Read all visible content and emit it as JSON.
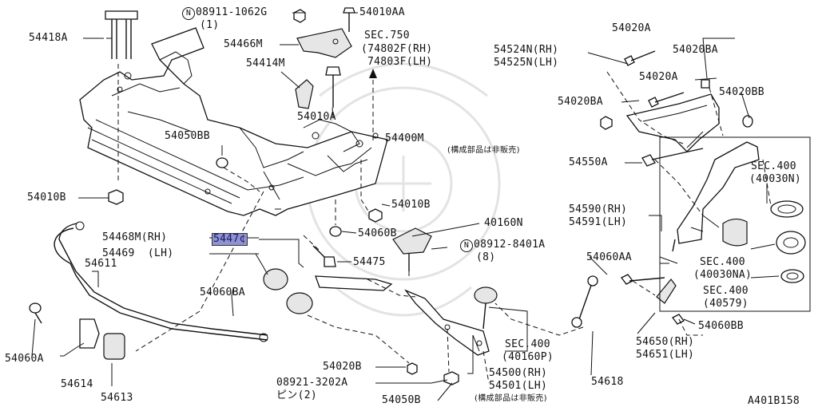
{
  "diagram_id": "A401B158",
  "labels": {
    "p54418A": "54418A",
    "p08911": "08911-1062G",
    "p08911_qty": "(1)",
    "p54010AA": "54010AA",
    "p54466M": "54466M",
    "sec750": "SEC.750",
    "p74802F": "(74802F(RH)",
    "p74803F": "74803F(LH)",
    "p54414M": "54414M",
    "p54010A_top": "54010A",
    "p54050BB": "54050BB",
    "p54400M": "54400M",
    "not_sold_1": "(構成部品は非販売)",
    "p54010B_left": "54010B",
    "p54010B_right": "54010B",
    "p40160N": "40160N",
    "p54468M": "54468M(RH)",
    "p54469": "54469  (LH)",
    "p5447x": "5447¢",
    "p54060B": "54060B",
    "p54475": "54475",
    "p08912": "08912-8401A",
    "p08912_qty": "(8)",
    "p54611": "54611",
    "p54060BA": "54060BA",
    "p54060A": "54060A",
    "p54614": "54614",
    "p54613": "54613",
    "p54020B": "54020B",
    "p08921": "08921-3202A",
    "p08921_qty": "ピン(2)",
    "p54050B": "54050B",
    "p54500": "54500(RH)",
    "p54501": "54501(LH)",
    "not_sold_2": "(構成部品は非販売)",
    "sec400_40160P_a": "SEC.400",
    "sec400_40160P_b": "(40160P)",
    "p54618": "54618",
    "p54020A_top": "54020A",
    "p54524N": "54524N(RH)",
    "p54525N": "54525N(LH)",
    "p54020BA_right": "54020BA",
    "p54020A_mid": "54020A",
    "p54020BA_left": "54020BA",
    "p54020BB": "54020BB",
    "p54550A": "54550A",
    "sec400_40030N_a": "SEC.400",
    "sec400_40030N_b": "(40030N)",
    "p54590": "54590(RH)",
    "p54591": "54591(LH)",
    "p54060AA": "54060AA",
    "sec400_40030NA_a": "SEC.400",
    "sec400_40030NA_b": "(40030NA)",
    "sec400_40579_a": "SEC.400",
    "sec400_40579_b": "(40579)",
    "p54650": "54650(RH)",
    "p54651": "54651(LH)",
    "p54060BB": "54060BB",
    "n_mark": "N"
  }
}
